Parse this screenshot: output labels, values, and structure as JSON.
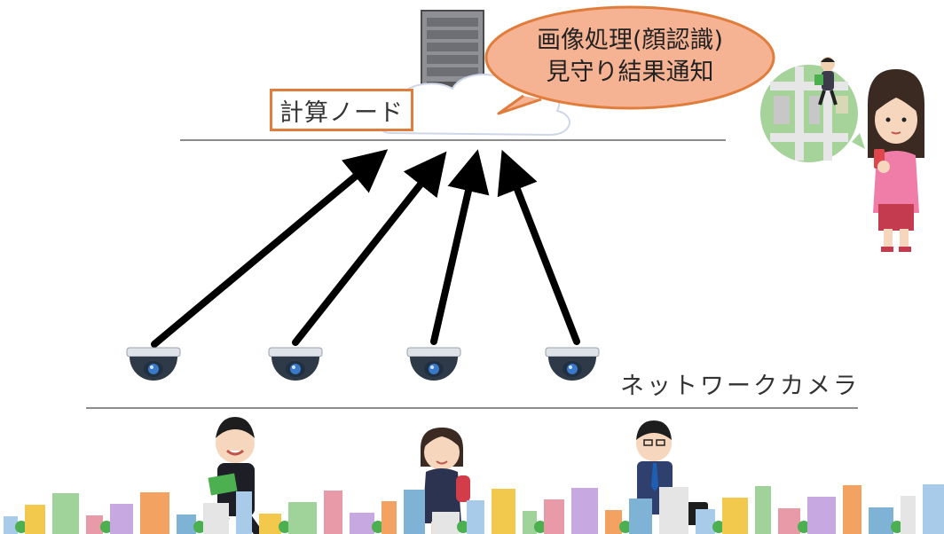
{
  "node_label": "計算ノード",
  "bubble": {
    "line1": "画像処理(顔認識)",
    "line2": "見守り結果通知"
  },
  "camera_label": "ネットワークカメラ",
  "cameras": [
    "camera-1",
    "camera-2",
    "camera-3",
    "camera-4"
  ],
  "colors": {
    "node_border": "#e07d3c",
    "bubble_fill": "#f6b394",
    "bubble_stroke": "#e07d3c",
    "arrow": "#000000",
    "server": "#8f9096"
  }
}
